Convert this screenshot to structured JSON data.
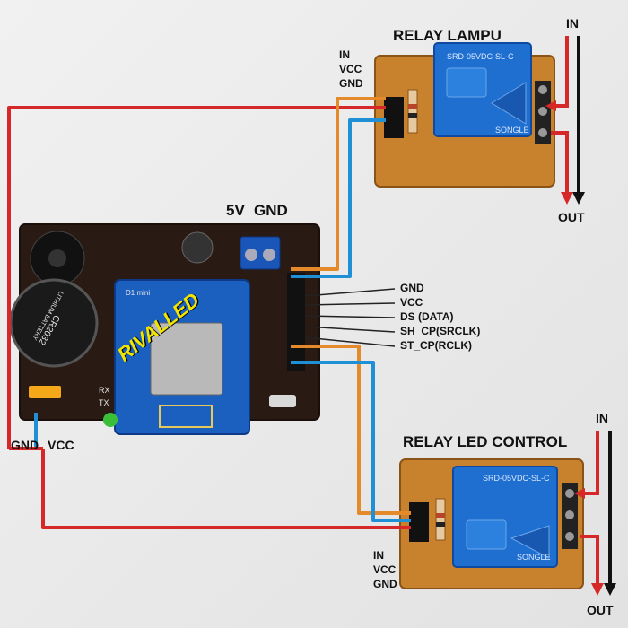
{
  "labels": {
    "relay_lampu_title": "RELAY LAMPU",
    "relay_led_title": "RELAY LED CONTROL",
    "relay1_pins": [
      "IN",
      "VCC",
      "GND"
    ],
    "relay2_pins": [
      "IN",
      "VCC",
      "GND"
    ],
    "in_top": "IN",
    "out_top": "OUT",
    "in_bottom": "IN",
    "out_bottom": "OUT",
    "power_5v": "5V",
    "power_gnd": "GND",
    "left_gnd": "GND",
    "left_vcc": "VCC",
    "header_pins": [
      "GND",
      "VCC",
      "DS  (DATA)",
      "SH_CP(SRCLK)",
      "ST_CP(RCLK)"
    ],
    "watermark": "RIVALLED",
    "relay_part": "SRD-05VDC-SL-C",
    "relay_brand": "SONGLE",
    "battery_text": "CR2032",
    "battery_sub": "LITHIUM BATTERY",
    "wemos_label": "D1 mini",
    "rx_label": "RX",
    "tx_label": "TX"
  },
  "colors": {
    "wire_red": "#d62828",
    "wire_blue": "#1f8fd6",
    "wire_orange": "#e58a2a",
    "wire_black": "#111111",
    "pcb_relay": "#c8812d",
    "pcb_main": "#2a1a14",
    "relay_blue": "#1e6fd0",
    "wemos_blue": "#1b5fbf",
    "terminal_blue": "#1a55b8",
    "watermark_yellow": "#f2e600"
  }
}
